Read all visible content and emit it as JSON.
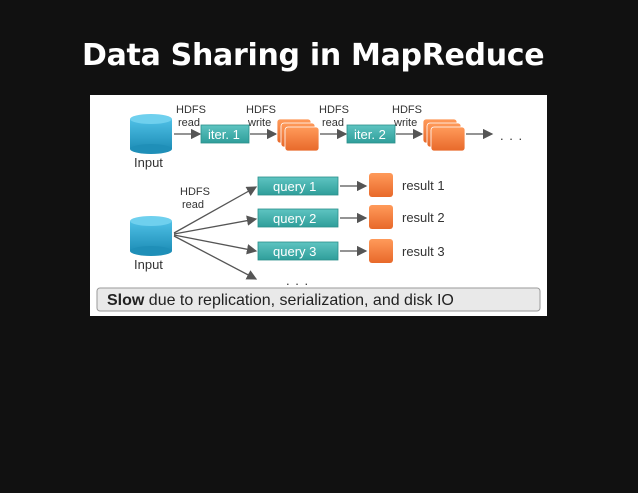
{
  "slide": {
    "title": "Data Sharing in MapReduce"
  },
  "diagram": {
    "top_labels": [
      {
        "line1": "HDFS",
        "line2": "read"
      },
      {
        "line1": "HDFS",
        "line2": "write"
      },
      {
        "line1": "HDFS",
        "line2": "read"
      },
      {
        "line1": "HDFS",
        "line2": "write"
      }
    ],
    "iterations": [
      "iter. 1",
      "iter. 2"
    ],
    "input_label_top": "Input",
    "input_label_bottom": "Input",
    "ellipsis": ". . .",
    "query_read": {
      "line1": "HDFS",
      "line2": "read"
    },
    "queries": [
      "query 1",
      "query 2",
      "query 3"
    ],
    "results": [
      "result 1",
      "result 2",
      "result 3"
    ],
    "query_ellipsis": ". . .",
    "banner": {
      "bold": "Slow",
      "rest": " due to replication, serialization, and disk IO"
    }
  },
  "colors": {
    "disk": "#33a6cc",
    "teal_box": "#3aaba8",
    "orange": "#f07d3c",
    "banner_bg": "#e9e9e9"
  }
}
